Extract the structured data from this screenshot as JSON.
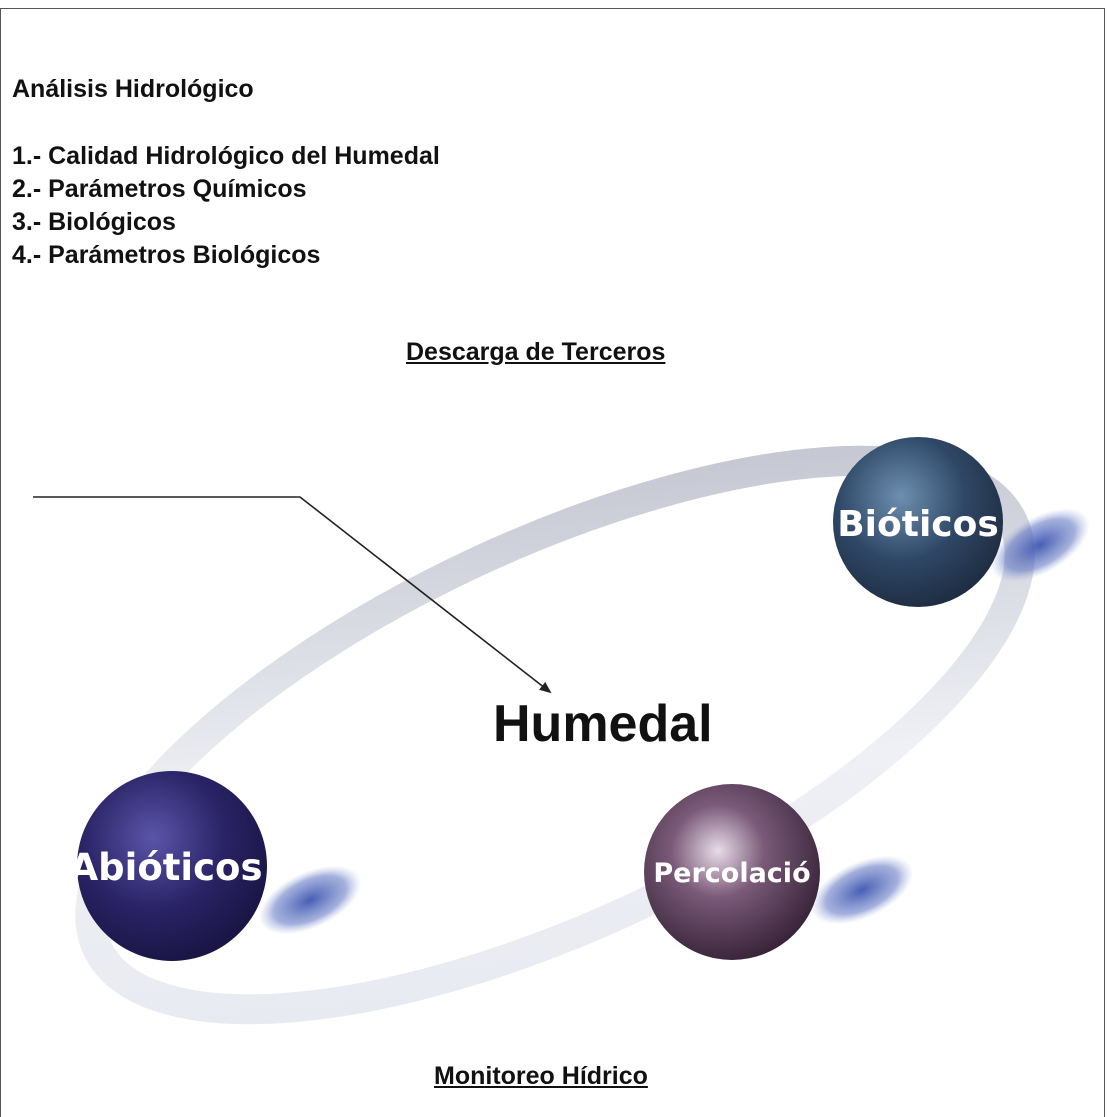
{
  "document": {
    "heading": "Análisis Hidrológico",
    "list_items": [
      "1.- Calidad Hidrológico del Humedal",
      "2.- Parámetros Químicos",
      "3.- Biológicos",
      "4.- Parámetros Biológicos"
    ]
  },
  "diagram": {
    "top_caption": "Descarga de Terceros",
    "center_label": "Humedal",
    "nodes": {
      "bioticos": {
        "label": "Bióticos",
        "color": "#2f4766"
      },
      "abioticos": {
        "label": "Abióticos",
        "color": "#2a2366"
      },
      "percolacion": {
        "label": "Percolació",
        "color": "#3a2a3e"
      }
    },
    "shadow_color": "#4a5fb0",
    "bottom_caption": "Monitoreo Hídrico"
  }
}
